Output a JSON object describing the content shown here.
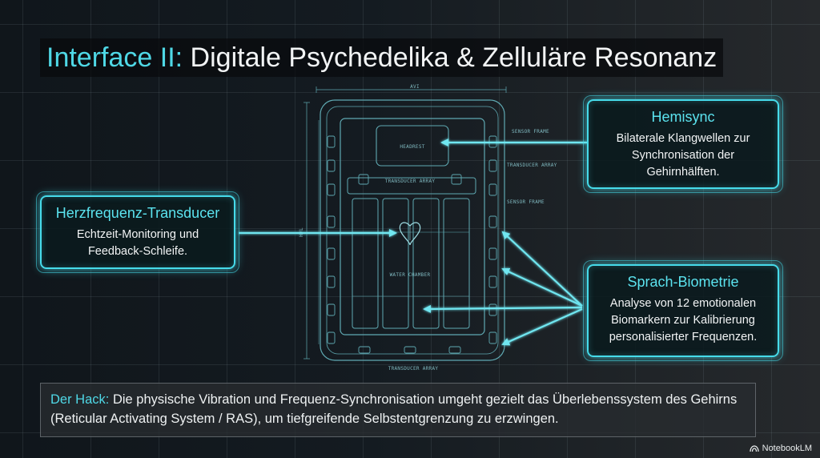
{
  "title": {
    "prefix": "Interface II:",
    "main": "Digitale Psychedelika & Zelluläre Resonanz"
  },
  "blueprint": {
    "width_label": "AVI",
    "height_label": "HVL",
    "headrest": "HEADREST",
    "transducer_array_inner": "TRANSDUCER ARRAY",
    "water_chamber": "WATER CHAMBER",
    "sensor_frame_1": "SENSOR FRAME",
    "transducer_array_side": "TRANSDUCER ARRAY",
    "sensor_frame_2": "SENSOR FRAME",
    "transducer_array_bottom": "TRANSDUCER ARRAY"
  },
  "callouts": {
    "hemisync": {
      "heading": "Hemisync",
      "lines": [
        "Bilaterale Klangwellen zur",
        "Synchronisation der",
        "Gehirnhälften."
      ]
    },
    "heart": {
      "heading": "Herzfrequenz-Transducer",
      "lines": [
        "Echtzeit-Monitoring und",
        "Feedback-Schleife."
      ]
    },
    "speech": {
      "heading": "Sprach-Biometrie",
      "lines": [
        "Analyse von 12 emotionalen",
        "Biomarkern zur Kalibrierung",
        "personalisierter Frequenzen."
      ]
    }
  },
  "hack": {
    "label": "Der Hack:",
    "text": "Die physische Vibration und Frequenz-Synchronisation umgeht gezielt das Überlebenssystem des Gehirns (Reticular Activating System / RAS), um tiefgreifende Selbstentgrenzung zu erzwingen."
  },
  "brand": "NotebookLM",
  "colors": {
    "accent": "#46dbea",
    "title_accent": "#4fd8e6",
    "blueprint_line": "#5fa9b2"
  }
}
